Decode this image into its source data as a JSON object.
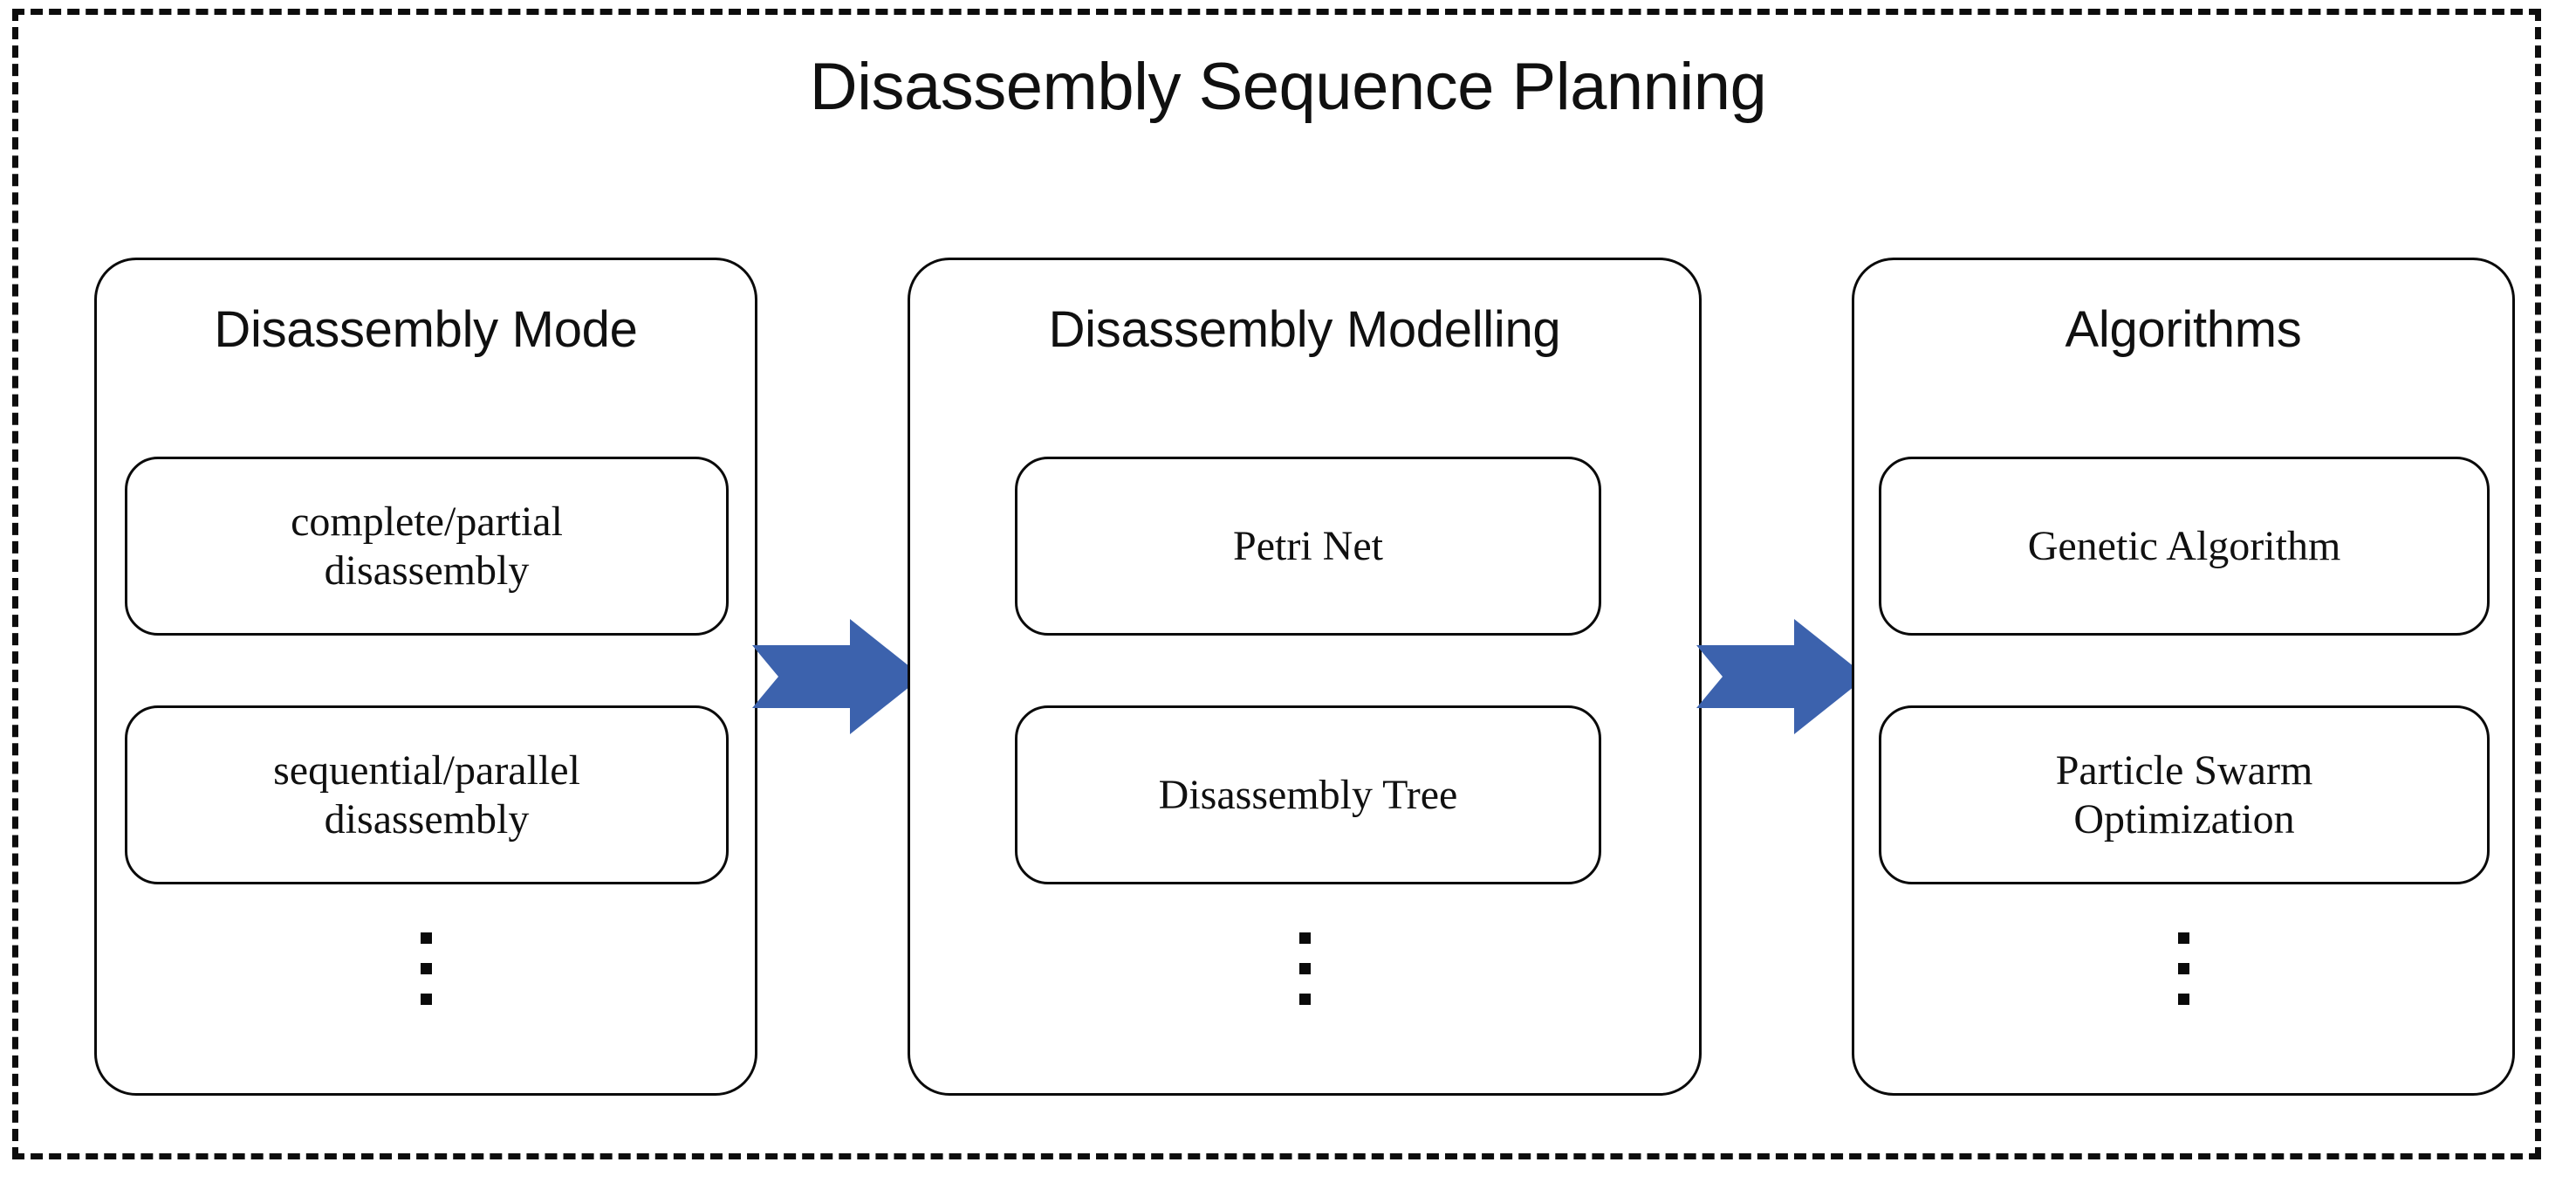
{
  "title": "Disassembly Sequence Planning",
  "accent_color": "#3c62ad",
  "border_color": "#0a0a0a",
  "stages": [
    {
      "header": "Disassembly Mode",
      "items": [
        "complete/partial\ndisassembly",
        "sequential/parallel\ndisassembly"
      ],
      "more_indicator": "vertical-ellipsis"
    },
    {
      "header": "Disassembly Modelling",
      "items": [
        "Petri Net",
        "Disassembly Tree"
      ],
      "more_indicator": "vertical-ellipsis"
    },
    {
      "header": "Algorithms",
      "items": [
        "Genetic Algorithm",
        "Particle Swarm\nOptimization"
      ],
      "more_indicator": "vertical-ellipsis"
    }
  ],
  "arrows": [
    {
      "from": "Disassembly Mode",
      "to": "Disassembly Modelling",
      "direction": "right"
    },
    {
      "from": "Disassembly Modelling",
      "to": "Algorithms",
      "direction": "right"
    }
  ]
}
